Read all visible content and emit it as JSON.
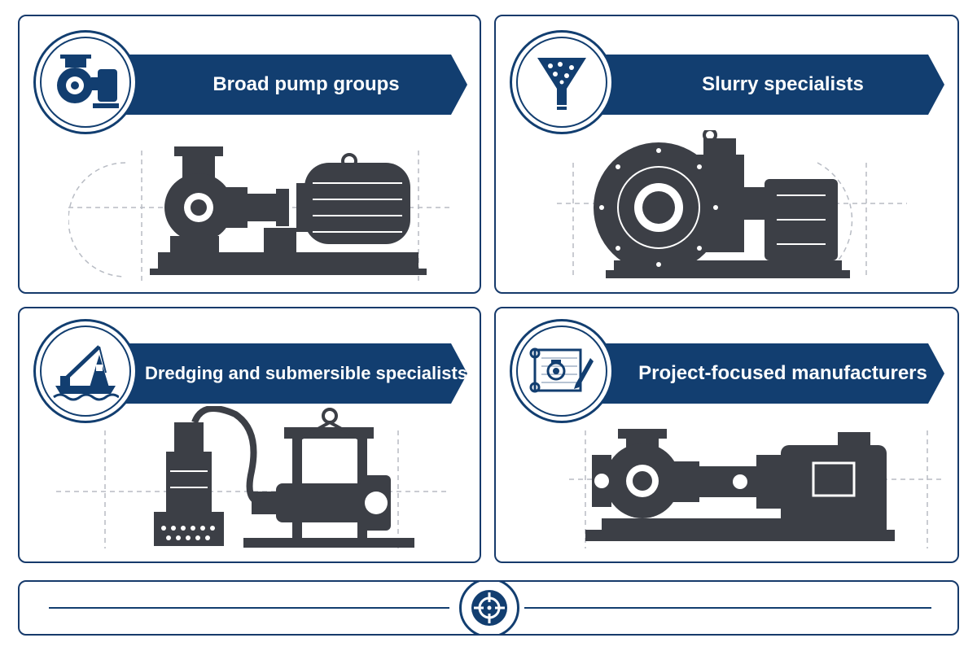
{
  "panels": [
    {
      "title": "Broad pump groups",
      "icon": "centrifugal-pump-icon"
    },
    {
      "title": "Slurry specialists",
      "icon": "hopper-icon"
    },
    {
      "title": "Dredging and submersible specialists",
      "icon": "crane-barge-icon"
    },
    {
      "title": "Project-focused manufacturers",
      "icon": "blueprint-pencil-icon"
    }
  ],
  "footer": {
    "icon": "target-icon"
  },
  "colors": {
    "navy": "#123e70",
    "machine": "#3c3f46",
    "guide": "#b8bcc4"
  }
}
